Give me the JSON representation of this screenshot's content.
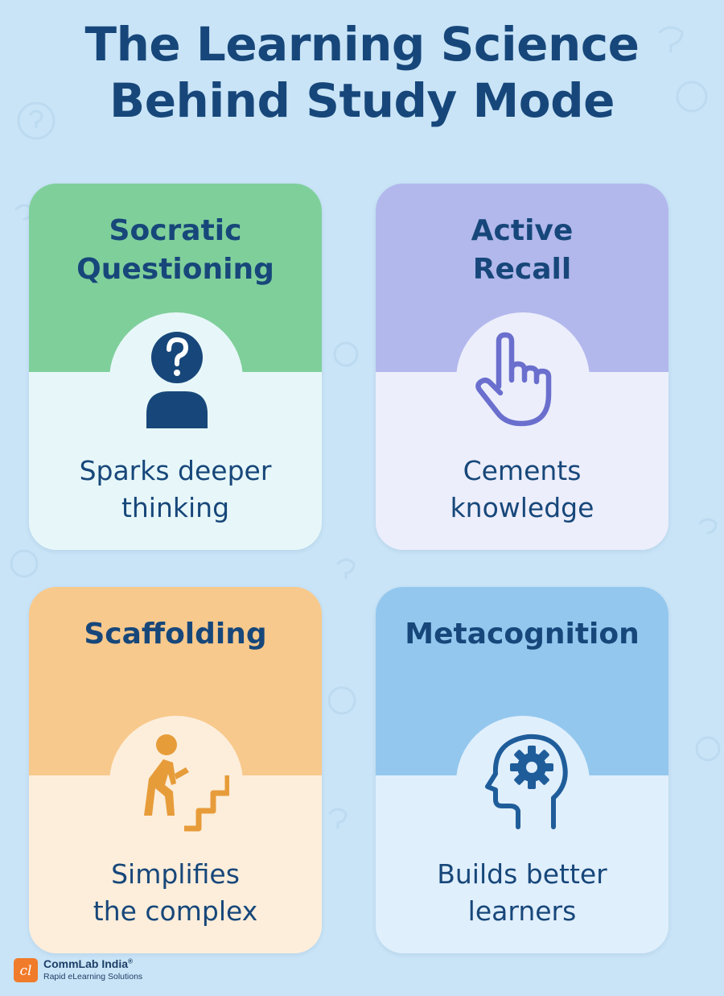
{
  "title": {
    "line1": "The Learning Science",
    "line2": "Behind Study Mode"
  },
  "cards": [
    {
      "heading_lines": [
        "Socratic",
        "Questioning"
      ],
      "icon": "person-question-icon",
      "description_lines": [
        "Sparks deeper",
        "thinking"
      ],
      "accent_color": "#7fcf9b"
    },
    {
      "heading_lines": [
        "Active",
        "Recall"
      ],
      "icon": "pointing-hand-icon",
      "description_lines": [
        "Cements",
        "knowledge"
      ],
      "accent_color": "#b2b8ec"
    },
    {
      "heading_lines": [
        "Scaffolding"
      ],
      "icon": "person-climbing-stairs-icon",
      "description_lines": [
        "Simplifies",
        "the complex"
      ],
      "accent_color": "#f8c98c"
    },
    {
      "heading_lines": [
        "Metacognition"
      ],
      "icon": "head-gear-icon",
      "description_lines": [
        "Builds better",
        "learners"
      ],
      "accent_color": "#93c7ee"
    }
  ],
  "logo": {
    "name": "CommLab India",
    "registered": "®",
    "tagline": "Rapid eLearning Solutions"
  },
  "colors": {
    "background": "#c9e4f7",
    "text": "#17477a",
    "logo_orange": "#f07b2a"
  }
}
